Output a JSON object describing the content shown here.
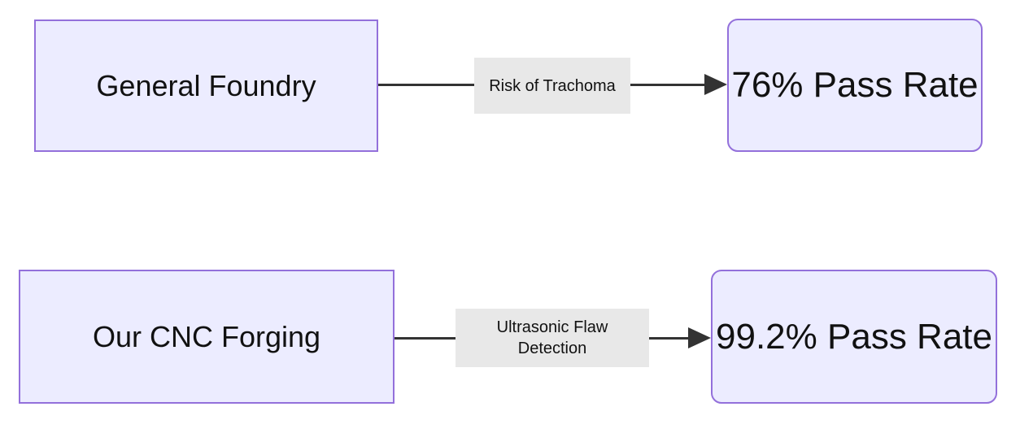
{
  "diagram": {
    "type": "flowchart",
    "direction": "left-to-right",
    "colors": {
      "background": "#ffffff",
      "node_fill": "#ECECFF",
      "node_border": "#9370DB",
      "edge_stroke": "#333333",
      "edge_label_background": "#e8e8e8",
      "text": "#111111"
    },
    "rows": [
      {
        "source": {
          "label": "General Foundry",
          "shape": "rectangle"
        },
        "edge_label": "Risk of Trachoma",
        "target": {
          "label": "76% Pass Rate",
          "shape": "rounded-rectangle"
        }
      },
      {
        "source": {
          "label": "Our CNC Forging",
          "shape": "rectangle"
        },
        "edge_label": "Ultrasonic Flaw Detection",
        "target": {
          "label": "99.2% Pass Rate",
          "shape": "rounded-rectangle"
        }
      }
    ]
  }
}
